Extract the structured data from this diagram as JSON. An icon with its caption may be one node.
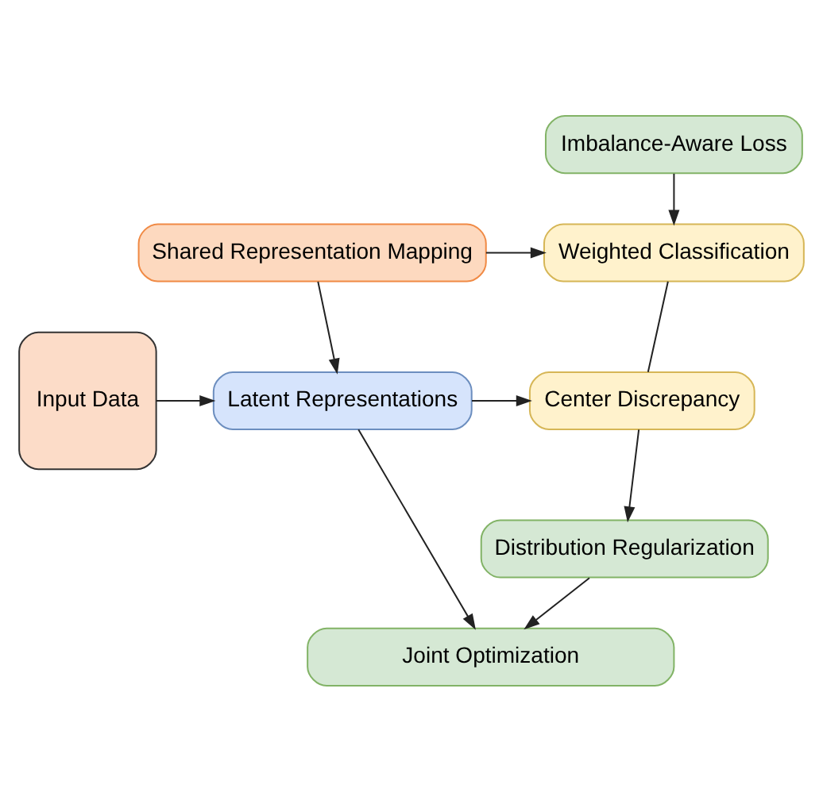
{
  "diagram": {
    "nodes": [
      {
        "text": [
          "Imbalance-Aware Loss"
        ]
      },
      {
        "text": [
          "Shared Representation Mapping"
        ]
      },
      {
        "text": [
          "Weighted Classification"
        ]
      },
      {
        "text": [
          "Input Data"
        ]
      },
      {
        "text": [
          "Latent Representations"
        ]
      },
      {
        "text": [
          "Center Discrepancy"
        ]
      },
      {
        "text": [
          "Distribution Regularization"
        ]
      },
      {
        "text": [
          "Joint Optimization"
        ]
      }
    ],
    "edges": [
      {
        "from": 0,
        "to": 2,
        "arrow": "to"
      },
      {
        "from": 1,
        "to": 2,
        "arrow": "to"
      },
      {
        "from": 1,
        "to": 4,
        "arrow": "to"
      },
      {
        "from": 2,
        "to": 5,
        "arrow": "none"
      },
      {
        "from": 3,
        "to": 4,
        "arrow": "to"
      },
      {
        "from": 4,
        "to": 5,
        "arrow": "to"
      },
      {
        "from": 4,
        "to": 7,
        "arrow": "to"
      },
      {
        "from": 5,
        "to": 6,
        "arrow": "to"
      },
      {
        "from": 6,
        "to": 7,
        "arrow": "to"
      }
    ]
  }
}
